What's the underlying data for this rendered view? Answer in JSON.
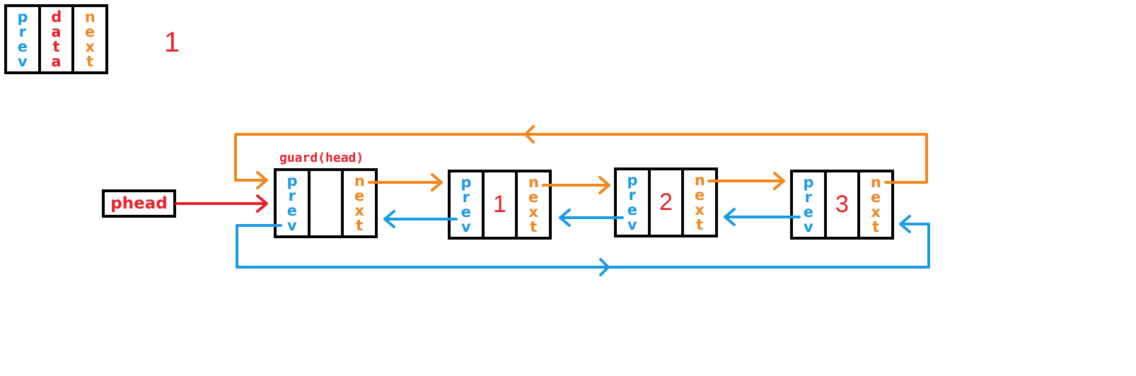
{
  "legend": {
    "prev_label": "prev",
    "data_label": "data",
    "next_label": "next",
    "sample_value": "1"
  },
  "phead_label": "phead",
  "guard_label": "guard(head)",
  "nodes": [
    {
      "prev_label": "prev",
      "value": "",
      "next_label": "next"
    },
    {
      "prev_label": "prev",
      "value": "1",
      "next_label": "next"
    },
    {
      "prev_label": "prev",
      "value": "2",
      "next_label": "next"
    },
    {
      "prev_label": "prev",
      "value": "3",
      "next_label": "next"
    }
  ],
  "colors": {
    "prev": "#1a9be6",
    "next": "#f2861e",
    "data": "#e8202a",
    "border": "#000000"
  }
}
